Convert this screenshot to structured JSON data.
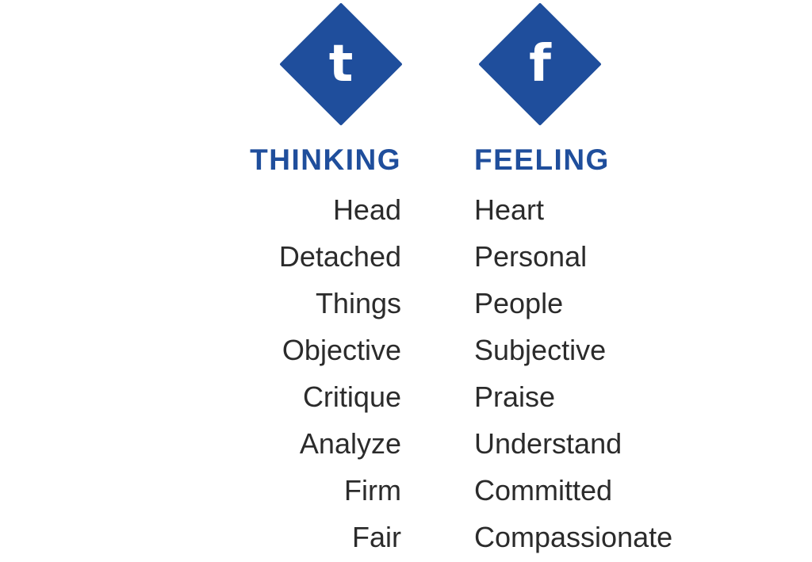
{
  "colors": {
    "accent": "#1f4e9c",
    "text": "#2b2b2b",
    "background": "#ffffff"
  },
  "thinking": {
    "icon_letter": "t",
    "heading": "THINKING",
    "items": [
      "Head",
      "Detached",
      "Things",
      "Objective",
      "Critique",
      "Analyze",
      "Firm",
      "Fair"
    ]
  },
  "feeling": {
    "icon_letter": "f",
    "heading": "FEELING",
    "items": [
      "Heart",
      "Personal",
      "People",
      "Subjective",
      "Praise",
      "Understand",
      "Committed",
      "Compassionate"
    ]
  }
}
